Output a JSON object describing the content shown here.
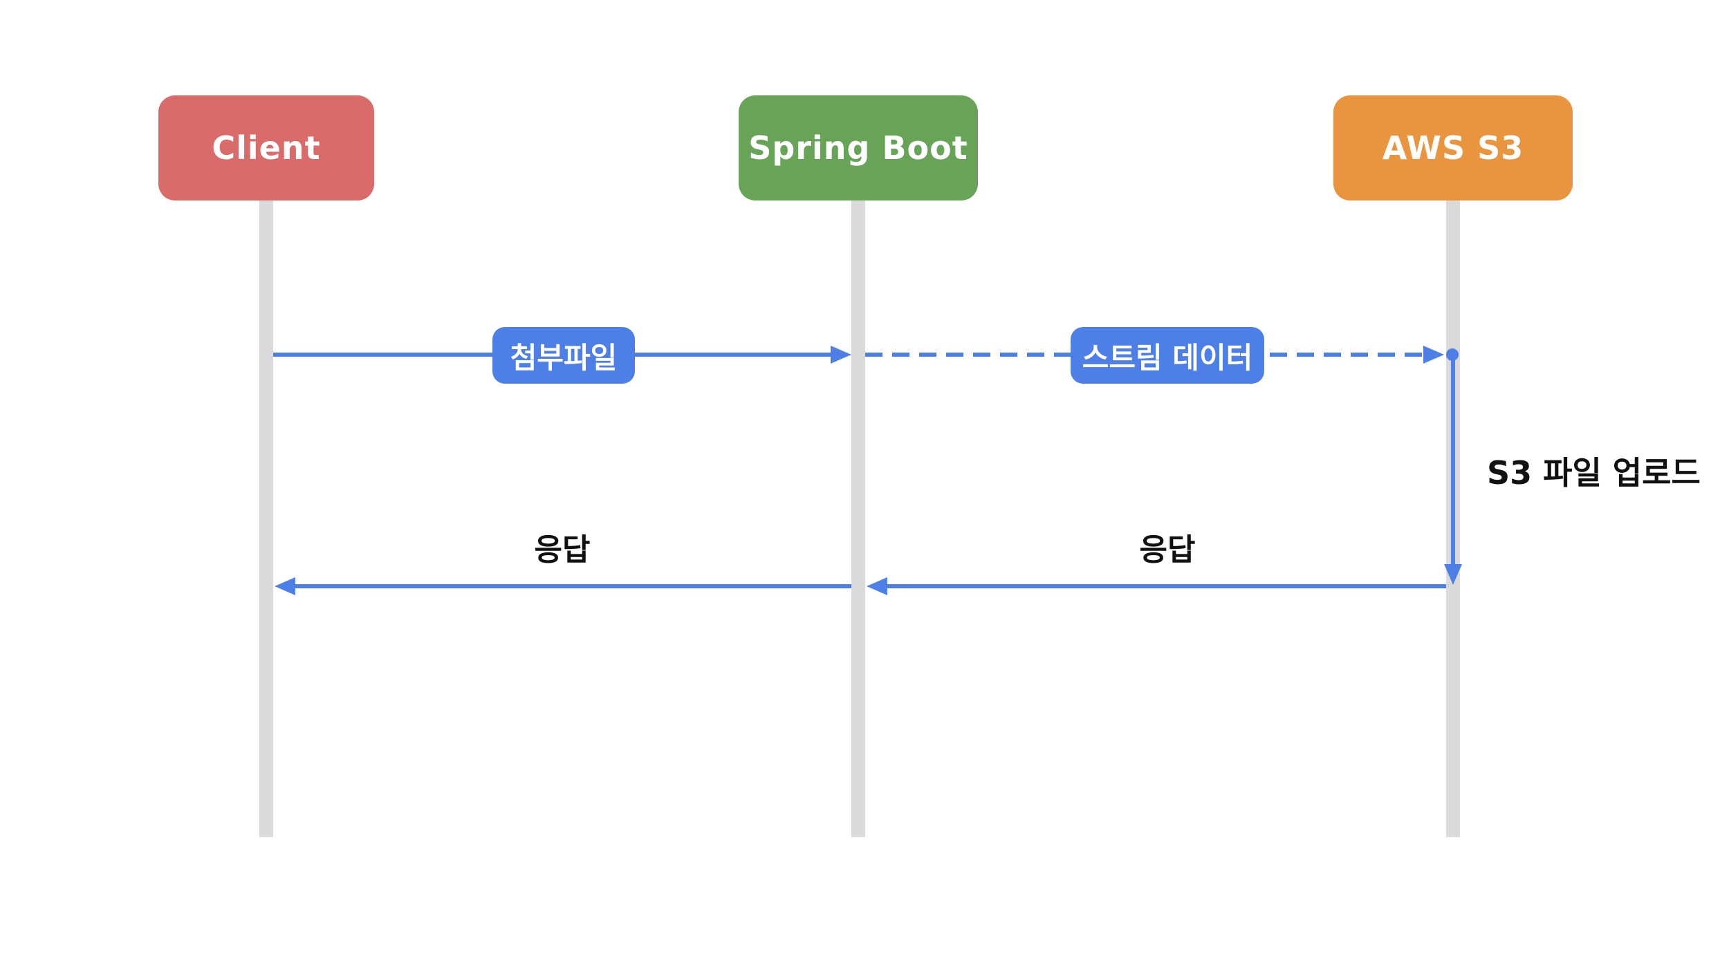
{
  "colors": {
    "canvas": "#ffffff",
    "accent": "#4d7fe6",
    "client": "#d96b6b",
    "spring": "#68a457",
    "aws": "#e9953f",
    "lifeline": "#dadada",
    "label": "#111111",
    "text-on-fill": "#ffffff"
  },
  "diagram": {
    "type": "sequence-diagram",
    "actors": [
      {
        "id": "client",
        "label": "Client"
      },
      {
        "id": "spring-boot",
        "label": "Spring Boot"
      },
      {
        "id": "aws-s3",
        "label": "AWS S3"
      }
    ],
    "messages": [
      {
        "from": "Client",
        "to": "Spring Boot",
        "label": "첨부파일",
        "line": "solid"
      },
      {
        "from": "Spring Boot",
        "to": "AWS S3",
        "label": "스트림 데이터",
        "line": "dashed",
        "endpoint": "dot"
      },
      {
        "actor": "AWS S3",
        "label": "S3 파일 업로드",
        "line": "self-down"
      },
      {
        "from": "AWS S3",
        "to": "Spring Boot",
        "label": "응답",
        "line": "solid"
      },
      {
        "from": "Spring Boot",
        "to": "Client",
        "label": "응답",
        "line": "solid"
      }
    ]
  }
}
